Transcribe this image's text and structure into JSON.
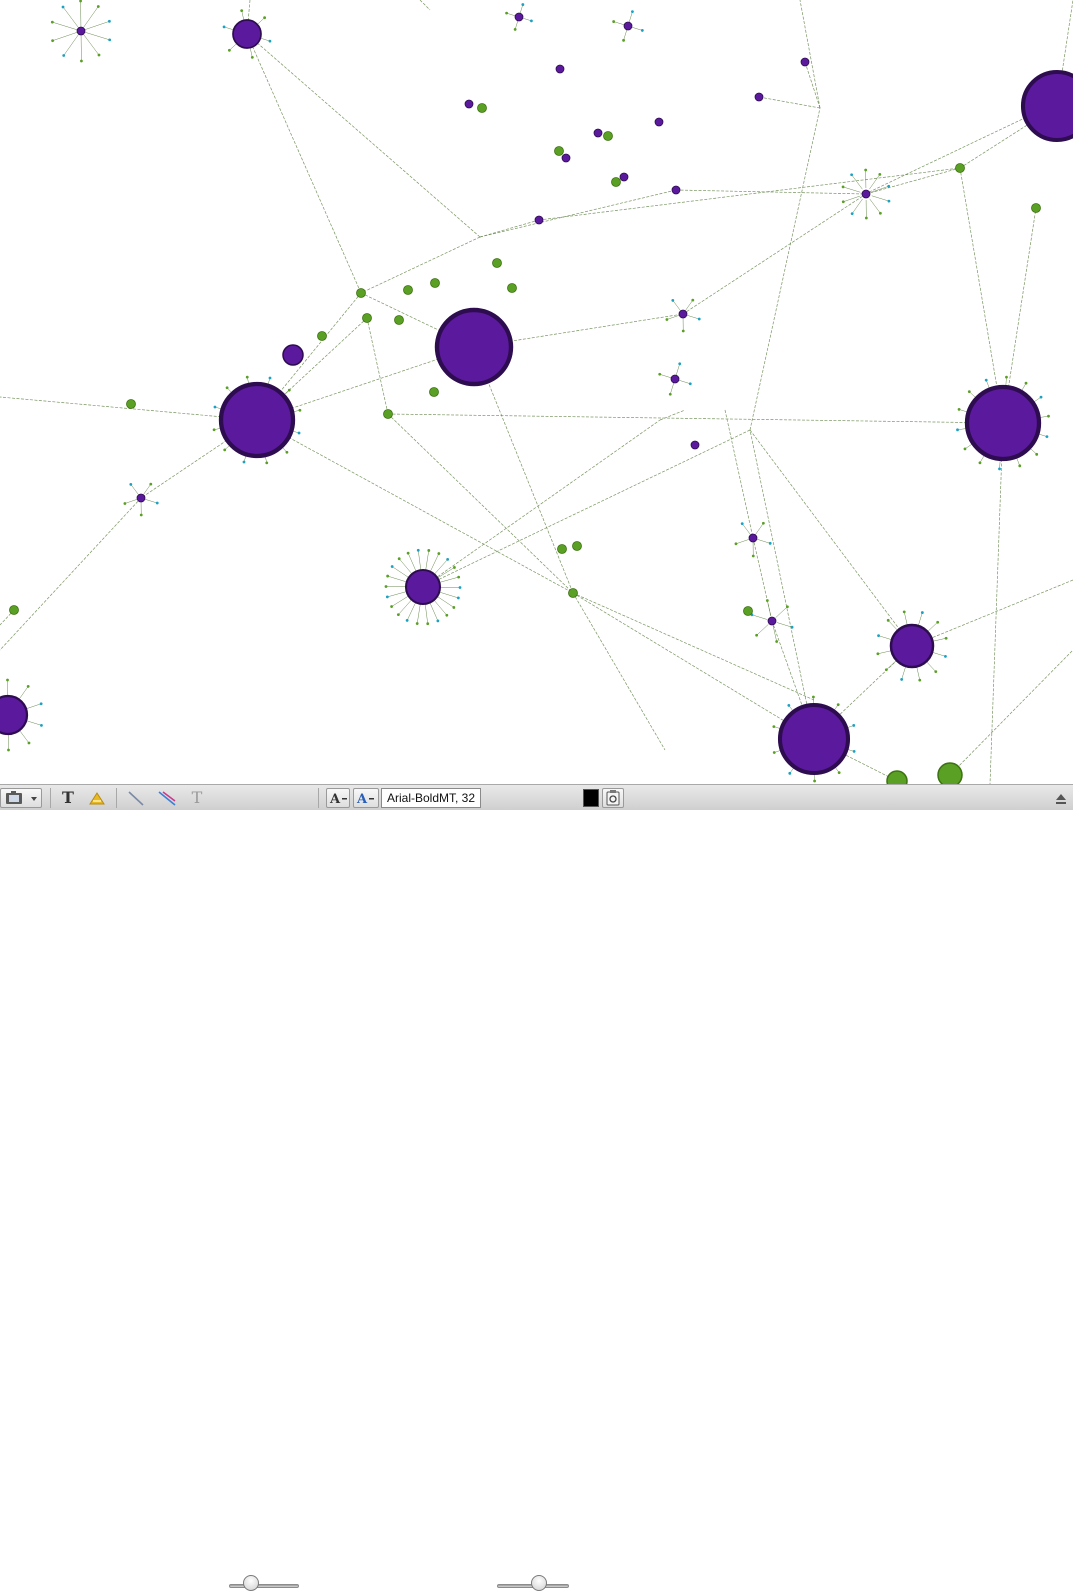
{
  "toolbar": {
    "font_label": "Arial-BoldMT, 32",
    "node_size_slider_value": 0.25,
    "label_size_slider_value": 0.6,
    "label_color": "#000000",
    "icons": {
      "screenshot": "camera-icon",
      "show_labels": "text-label-icon",
      "highlight": "highlight-icon",
      "edge_color": "edge-icon",
      "edge_colored": "edge-colored-icon",
      "label_faded": "text-label-faded-icon",
      "font_size_down": "font-decrease-icon",
      "font_size_up": "font-increase-icon",
      "settings": "settings-icon",
      "expand": "expand-icon"
    }
  },
  "graph": {
    "colors": {
      "purple": "#5b1a9e",
      "purple_border": "#2e0c50",
      "green": "#5aa024",
      "green_border": "#3d7210",
      "cyan": "#19a2c4",
      "edge": "#6a8a50",
      "edge_purple": "#7a5aa8"
    }
  }
}
